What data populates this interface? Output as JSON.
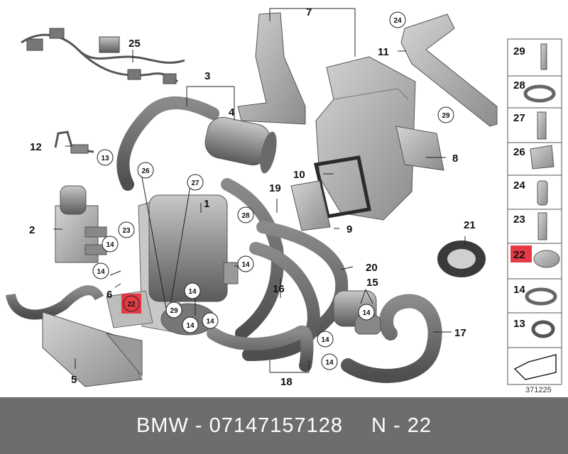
{
  "footer": {
    "brand_part": "BMW - 07147157128",
    "position": "N - 22"
  },
  "diagram": {
    "labels": {
      "l1": "1",
      "l2": "2",
      "l3": "3",
      "l4": "4",
      "l5": "5",
      "l6": "6",
      "l7": "7",
      "l8": "8",
      "l9": "9",
      "l10": "10",
      "l11": "11",
      "l12": "12",
      "l15": "15",
      "l16": "16",
      "l17": "17",
      "l18": "18",
      "l19": "19",
      "l20": "20",
      "l21": "21",
      "l25": "25"
    },
    "circle_labels": {
      "c13": "13",
      "c14": "14",
      "c22": "22",
      "c23": "23",
      "c24": "24",
      "c26": "26",
      "c27": "27",
      "c28": "28",
      "c29": "29"
    },
    "side_panel": [
      "29",
      "28",
      "27",
      "26",
      "24",
      "23",
      "22",
      "14",
      "13"
    ],
    "highlight_color": "#e63946",
    "reference_number": "371225"
  }
}
